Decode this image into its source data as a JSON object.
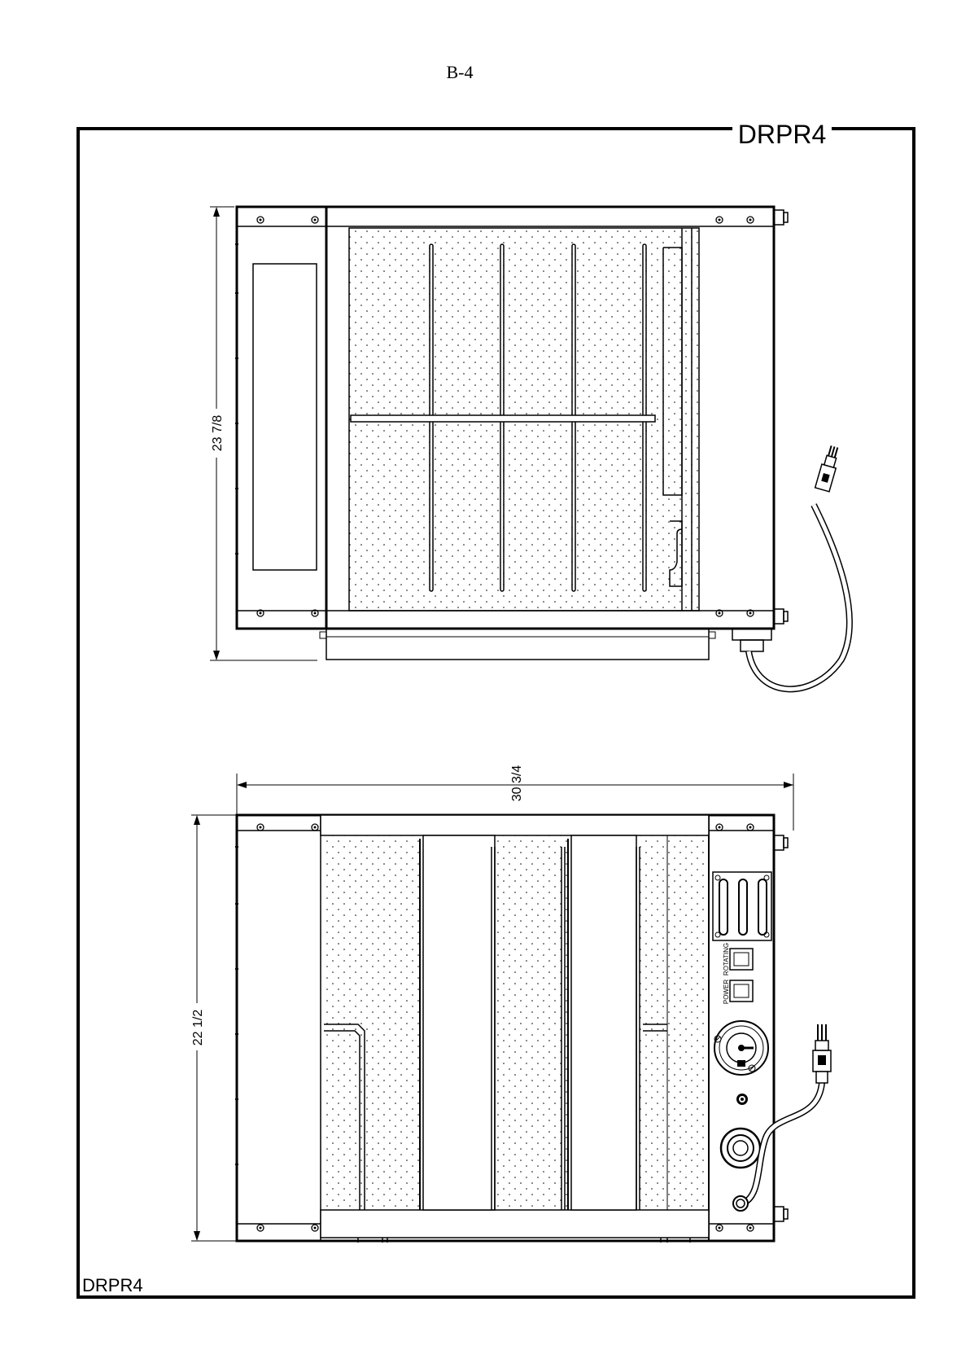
{
  "header": {
    "page_label": "B-4"
  },
  "frame": {
    "title_top_right": "DRPR4",
    "title_bottom_left": "DRPR4"
  },
  "top_view": {
    "height_dimension": "23 7/8"
  },
  "front_view": {
    "width_dimension": "30 3/4",
    "height_dimension": "22 1/2",
    "switch_labels": {
      "rotating": "ROTATING",
      "power": "POWER"
    }
  }
}
